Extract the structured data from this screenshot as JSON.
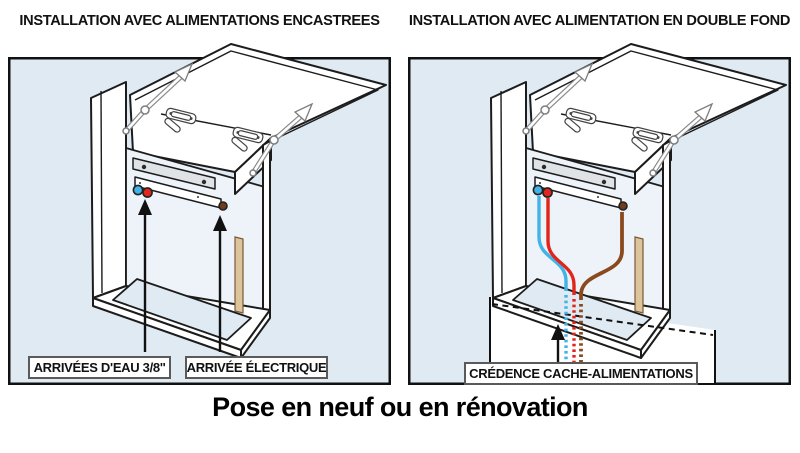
{
  "figure": {
    "caption": "Pose en neuf ou en rénovation"
  },
  "panels": {
    "left": {
      "title": "INSTALLATION AVEC ALIMENTATIONS ENCASTREES",
      "labels": {
        "water": "ARRIVÉES D'EAU 3/8''",
        "electric": "ARRIVÉE ÉLECTRIQUE"
      }
    },
    "right": {
      "title": "INSTALLATION AVEC ALIMENTATION EN DOUBLE FOND",
      "labels": {
        "credence": "CRÉDENCE CACHE-ALIMENTATIONS"
      }
    }
  },
  "colors": {
    "panel_bg": "#dfeaf3",
    "cold_water": "#41b3e8",
    "hot_water": "#e1251b",
    "electric_cable": "#8a4a1e",
    "electric_dot": "#6f3d1b",
    "wood_strip": "#dcc49c",
    "bracket": "#dfe3e6"
  }
}
